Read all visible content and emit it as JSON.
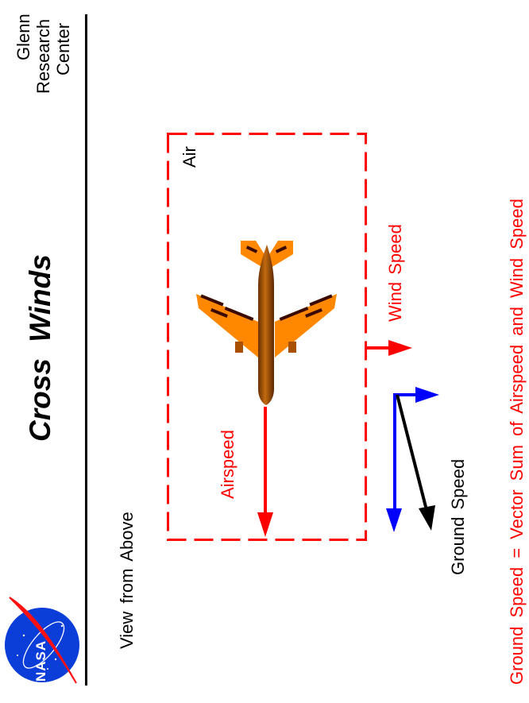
{
  "header": {
    "org_line1": "Glenn",
    "org_line2": "Research",
    "org_line3": "Center",
    "title": "Cross Winds",
    "subtitle": "View from Above"
  },
  "diagram": {
    "box_label": "Air",
    "airspeed_label": "Airspeed",
    "wind_speed_label": "Wind Speed",
    "ground_speed_label": "Ground Speed",
    "colors": {
      "airspeed": "#ff0000",
      "wind": "#ff0000",
      "vector_components": "#0000ff",
      "ground_speed": "#000000",
      "box": "#ff0000",
      "plane_wing": "#ff8800",
      "plane_body": "#b35a00"
    }
  },
  "footer": {
    "equation": "Ground Speed = Vector Sum of Airspeed and Wind Speed"
  },
  "logo": {
    "text": "NASA"
  }
}
